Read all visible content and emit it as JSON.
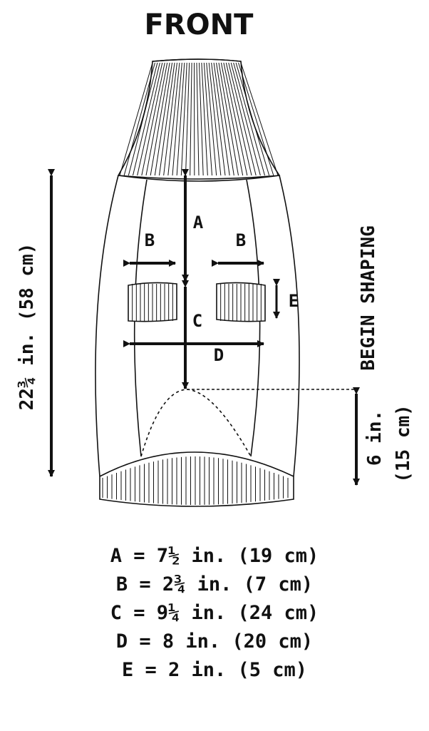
{
  "title": "FRONT",
  "labels": {
    "A": "A",
    "B_left": "B",
    "B_right": "B",
    "C": "C",
    "D": "D",
    "E": "E"
  },
  "length_label": "22¾ in. (58 cm)",
  "begin_shaping_label": "BEGIN SHAPING",
  "shaping_height_label": "6 in.",
  "shaping_height_metric": "(15 cm)",
  "legend": [
    "A = 7½ in. (19 cm)",
    "B = 2¾ in. (7 cm)",
    "C = 9¼ in. (24 cm)",
    "D = 8 in. (20 cm)",
    "E = 2 in. (5 cm)"
  ],
  "colors": {
    "ink": "#111111",
    "background": "#ffffff"
  }
}
